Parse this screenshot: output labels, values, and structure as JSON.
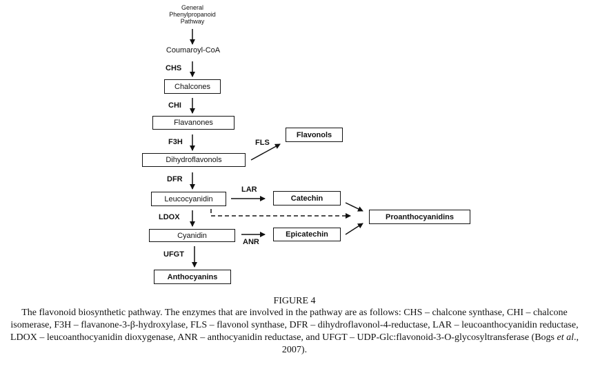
{
  "diagram": {
    "start": [
      "General",
      "Phenylpropanoid",
      "Pathway"
    ],
    "nodes": {
      "coumaroyl": "Coumaroyl-CoA",
      "chalcones": "Chalcones",
      "flavanones": "Flavanones",
      "dihydroflavonols": "Dihydroflavonols",
      "flavonols": "Flavonols",
      "leucocyanidin": "Leucocyanidin",
      "catechin": "Catechin",
      "proanthocyanidins": "Proanthocyanidins",
      "cyanidin": "Cyanidin",
      "epicatechin": "Epicatechin",
      "anthocyanins": "Anthocyanins"
    },
    "enzymes": {
      "chs": "CHS",
      "chi": "CHI",
      "f3h": "F3H",
      "fls": "FLS",
      "dfr": "DFR",
      "lar": "LAR",
      "ldox": "LDOX",
      "anr": "ANR",
      "ufgt": "UFGT"
    }
  },
  "caption": {
    "title": "FIGURE 4",
    "text_before_italic": "The flavonoid biosynthetic pathway. The enzymes that are involved in the pathway are as follows: CHS – chalcone synthase, CHI – chalcone isomerase, F3H – flavanone-3-β-hydroxylase, FLS – flavonol synthase, DFR – dihydroflavonol-4-reductase, LAR – leucoanthocyanidin reductase, LDOX – leucoanthocyanidin dioxygenase, ANR – anthocyanidin reductase, and UFGT – UDP-Glc:flavonoid-3-O-glycosyltransferase (Bogs ",
    "italic": "et al",
    "text_after_italic": "., 2007)."
  }
}
